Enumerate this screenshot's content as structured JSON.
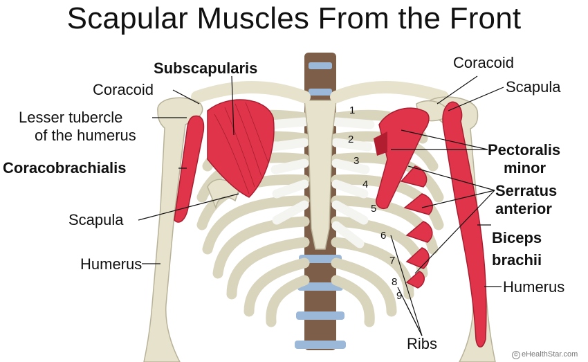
{
  "title": "Scapular Muscles From the Front",
  "labels": {
    "subscapularis": "Subscapularis",
    "coracoid_left": "Coracoid",
    "lesser_tubercle_1": "Lesser tubercle",
    "lesser_tubercle_2": "of the humerus",
    "coracobrachialis": "Coracobrachialis",
    "scapula_left": "Scapula",
    "humerus_left": "Humerus",
    "coracoid_right": "Coracoid",
    "scapula_right": "Scapula",
    "pectoralis_1": "Pectoralis",
    "pectoralis_2": "minor",
    "serratus_1": "Serratus",
    "serratus_2": "anterior",
    "biceps_1": "Biceps",
    "biceps_2": "brachii",
    "humerus_right": "Humerus",
    "ribs": "Ribs"
  },
  "rib_numbers": [
    "1",
    "2",
    "3",
    "4",
    "5",
    "6",
    "7",
    "8",
    "9"
  ],
  "credit": "eHealthStar.com",
  "colors": {
    "bone": "#e6e2cc",
    "bone_outline": "#b8b298",
    "muscle": "#e0344a",
    "muscle_dark": "#a81e30",
    "cartilage": "#f4f4f1",
    "disc": "#9cb8d8",
    "vertebra": "#8a6a52"
  }
}
